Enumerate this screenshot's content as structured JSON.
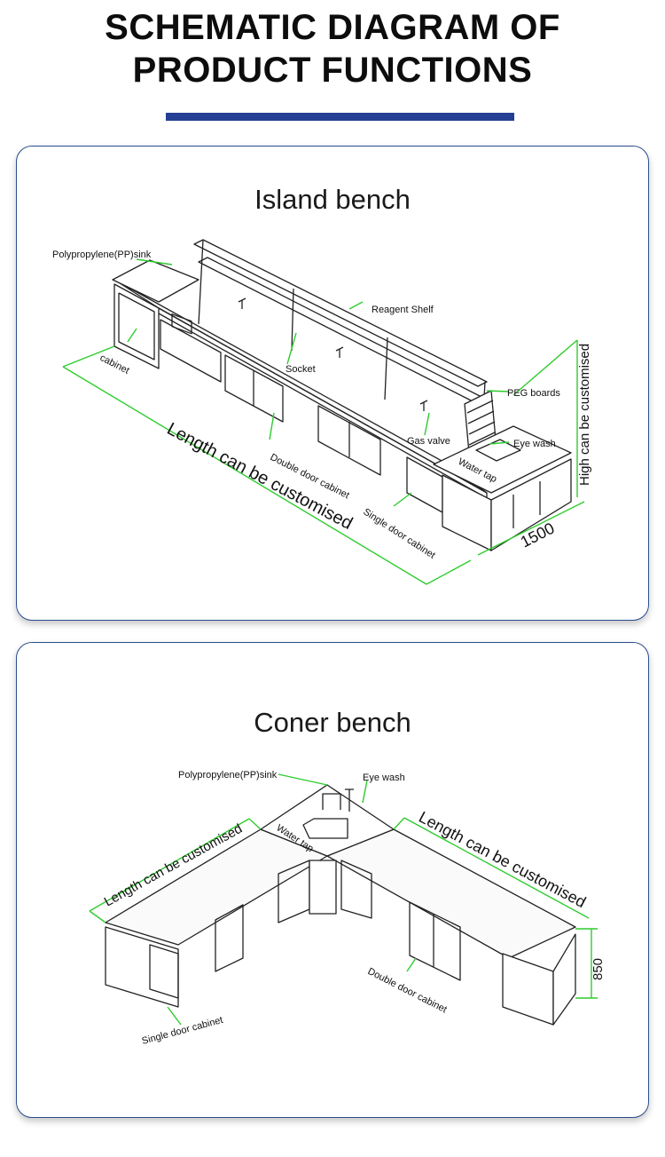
{
  "header": {
    "title_line1": "SCHEMATIC DIAGRAM OF",
    "title_line2": "PRODUCT FUNCTIONS",
    "accent_color": "#243f93"
  },
  "island": {
    "title": "Island bench",
    "labels": {
      "sink": "Polypropylene(PP)sink",
      "cabinet": "cabinet",
      "reagent_shelf": "Reagent Shelf",
      "socket": "Socket",
      "peg_boards": "PEG boards",
      "gas_valve": "Gas valve",
      "eye_wash": "Eye wash",
      "water_tap": "Water tap",
      "double_door": "Double door cabinet",
      "single_door": "Single  door cabinet",
      "length": "Length can be customised",
      "height": "High can be customised",
      "width": "1500"
    }
  },
  "corner": {
    "title": "Coner bench",
    "labels": {
      "sink": "Polypropylene(PP)sink",
      "eye_wash": "Eye wash",
      "water_tap": "Water tap",
      "length_left": "Length can be customised",
      "length_right": "Length can be customised",
      "height": "850",
      "double_door": "Double door cabinet",
      "single_door": "Single  door cabinet"
    }
  },
  "colors": {
    "callout": "#2ecc2e",
    "line": "#222222",
    "card_border": "#2a4d8f"
  }
}
